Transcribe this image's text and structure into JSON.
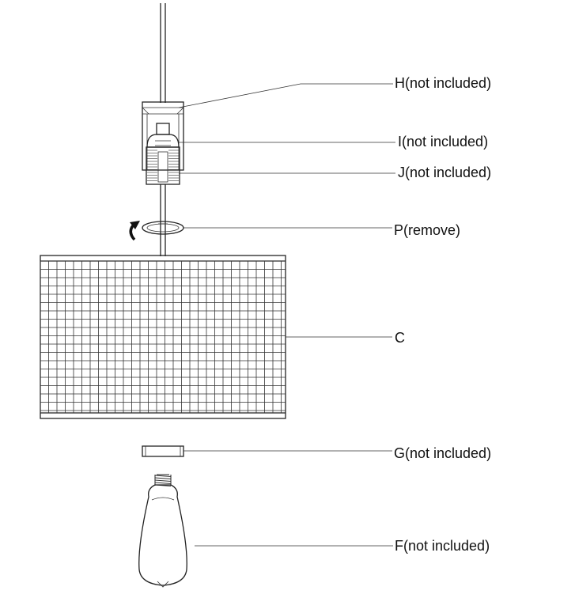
{
  "diagram": {
    "parts": [
      {
        "key": "H",
        "label": "H(not included)"
      },
      {
        "key": "I",
        "label": "I(not included)"
      },
      {
        "key": "J",
        "label": "J(not included)"
      },
      {
        "key": "P",
        "label": "P(remove)"
      },
      {
        "key": "C",
        "label": "C"
      },
      {
        "key": "G",
        "label": "G(not included)"
      },
      {
        "key": "F",
        "label": "F(not included)"
      }
    ],
    "colors": {
      "line": "#222222",
      "background": "#ffffff"
    }
  }
}
